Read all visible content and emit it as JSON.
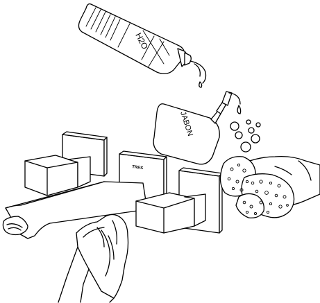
{
  "labels": {
    "bottle": "H2O",
    "soap": "JABON",
    "brand": "TRES"
  },
  "icons": {
    "bottle": "water-bottle-icon",
    "soap": "soap-dispenser-icon",
    "tap": "wall-mounted-faucet-icon",
    "cloth": "cleaning-cloth-icon",
    "sponge": "sponge-icon"
  },
  "colors": {
    "line": "#000000",
    "fill": "#ffffff"
  }
}
